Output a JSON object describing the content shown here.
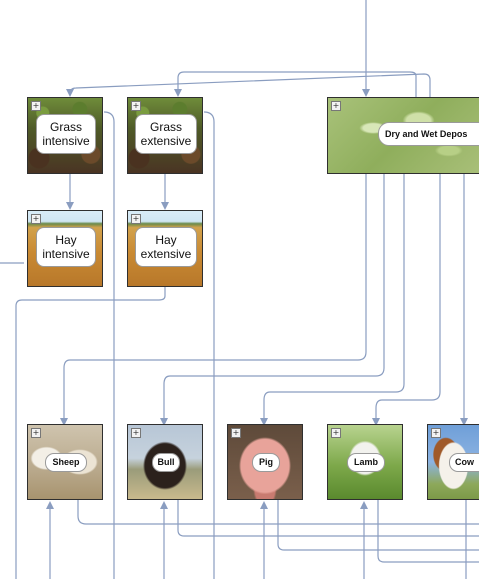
{
  "diagram": {
    "nodes": [
      {
        "id": "grass-intensive",
        "label": "Grass\nintensive",
        "texture": "tex-grass",
        "icon": "expand-icon"
      },
      {
        "id": "grass-extensive",
        "label": "Grass\nextensive",
        "texture": "tex-grass",
        "icon": "expand-icon"
      },
      {
        "id": "dry-wet-deposition",
        "label": "Dry and Wet Depos",
        "texture": "tex-field",
        "icon": "expand-icon"
      },
      {
        "id": "hay-intensive",
        "label": "Hay\nintensive",
        "texture": "tex-hay",
        "icon": "expand-icon"
      },
      {
        "id": "hay-extensive",
        "label": "Hay\nextensive",
        "texture": "tex-hay",
        "icon": "expand-icon"
      },
      {
        "id": "sheep",
        "label": "Sheep",
        "texture": "tex-sheep",
        "icon": "expand-icon"
      },
      {
        "id": "bull",
        "label": "Bull",
        "texture": "tex-bull",
        "icon": "expand-icon"
      },
      {
        "id": "pig",
        "label": "Pig",
        "texture": "tex-pig",
        "icon": "expand-icon"
      },
      {
        "id": "lamb",
        "label": "Lamb",
        "texture": "tex-lamb",
        "icon": "expand-icon"
      },
      {
        "id": "cow",
        "label": "Cow",
        "texture": "tex-cow",
        "icon": "expand-icon"
      }
    ],
    "connector_color": "#8a9dc0"
  }
}
